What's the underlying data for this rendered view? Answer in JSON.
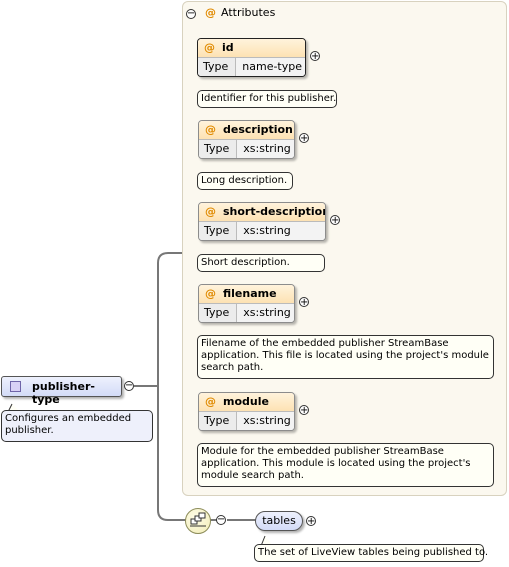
{
  "attributes_group": {
    "at_symbol": "@",
    "title": "Attributes",
    "items": [
      {
        "name": "id",
        "type_label": "Type",
        "type_value": "name-type",
        "doc": "Identifier for this publisher."
      },
      {
        "name": "description",
        "type_label": "Type",
        "type_value": "xs:string",
        "doc": "Long description."
      },
      {
        "name": "short-description",
        "type_label": "Type",
        "type_value": "xs:string",
        "doc": "Short description."
      },
      {
        "name": "filename",
        "type_label": "Type",
        "type_value": "xs:string",
        "doc": "Filename of the embedded publisher StreamBase application. This file is located using the project's module search path."
      },
      {
        "name": "module",
        "type_label": "Type",
        "type_value": "xs:string",
        "doc": "Module for the embedded publisher StreamBase application. This module is located using the project's module search path."
      }
    ]
  },
  "root_element": {
    "name": "publisher-type",
    "doc": "Configures an embedded publisher."
  },
  "child_element": {
    "name": "tables",
    "doc": "The set of LiveView tables being published to."
  },
  "colors": {
    "panel_bg": "#fbf8ef",
    "attr_header": "#fde2b3",
    "at_symbol": "#e08a00",
    "element_box": "#dde3fa",
    "connector": "#777777"
  },
  "icons": [
    "collapse-icon",
    "at-icon",
    "expand-icon",
    "complex-type-icon",
    "sequence-icon"
  ]
}
